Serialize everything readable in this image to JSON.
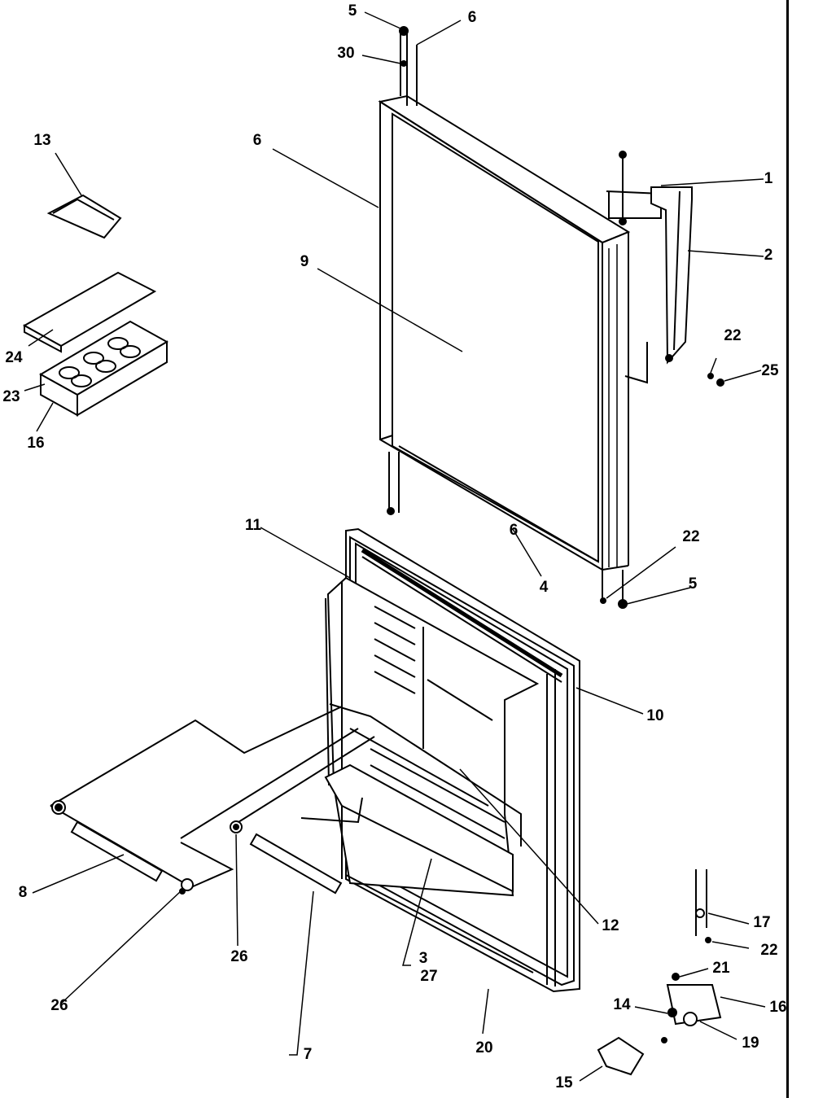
{
  "diagram": {
    "callouts": {
      "c1": "1",
      "c2": "2",
      "c3": "3",
      "c4": "4",
      "c5a": "5",
      "c5b": "5",
      "c6a": "6",
      "c6b": "6",
      "c6c": "6",
      "c7": "7",
      "c8": "8",
      "c9": "9",
      "c10": "10",
      "c11": "11",
      "c12": "12",
      "c13": "13",
      "c14": "14",
      "c15": "15",
      "c16a": "16",
      "c16b": "16",
      "c17": "17",
      "c19": "19",
      "c20": "20",
      "c21": "21",
      "c22a": "22",
      "c22b": "22",
      "c22c": "22",
      "c23": "23",
      "c24": "24",
      "c25": "25",
      "c26a": "26",
      "c26b": "26",
      "c27": "27",
      "c30": "30"
    }
  }
}
